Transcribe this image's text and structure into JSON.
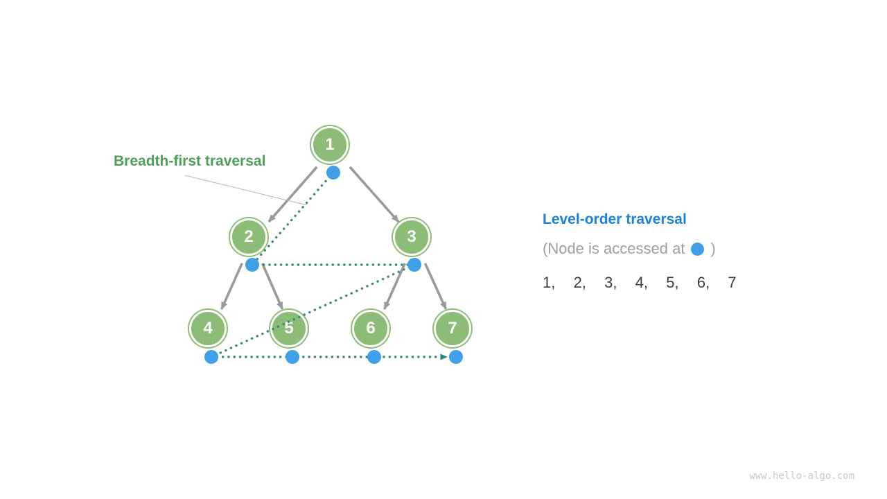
{
  "page": {
    "watermark": "www.hello-algo.com"
  },
  "theme": {
    "background": "#ffffff",
    "node_green": "#8bbd76",
    "node_text": "#ffffff",
    "edge_gray": "#9a9a9a",
    "leader_gray": "#b3b3b3",
    "teal": "#2e8a7f",
    "access_blue": "#3fa0e8",
    "label_green": "#4d9f5a",
    "heading_blue": "#1a82d9",
    "note_gray": "#9e9e9e",
    "sequence_color": "#3d3d3d",
    "watermark_color": "#c9c9c9"
  },
  "diagram": {
    "label": "Breadth-first traversal",
    "nodes": [
      {
        "value": "1"
      },
      {
        "value": "2"
      },
      {
        "value": "3"
      },
      {
        "value": "4"
      },
      {
        "value": "5"
      },
      {
        "value": "6"
      },
      {
        "value": "7"
      }
    ],
    "traversal_order": [
      "1",
      "2",
      "3",
      "4",
      "5",
      "6",
      "7"
    ]
  },
  "panel": {
    "title": "Level-order traversal",
    "note_prefix": "(Node is accessed at",
    "note_suffix": ")",
    "sequence": "1,  2,  3,  4,  5,  6,  7"
  }
}
